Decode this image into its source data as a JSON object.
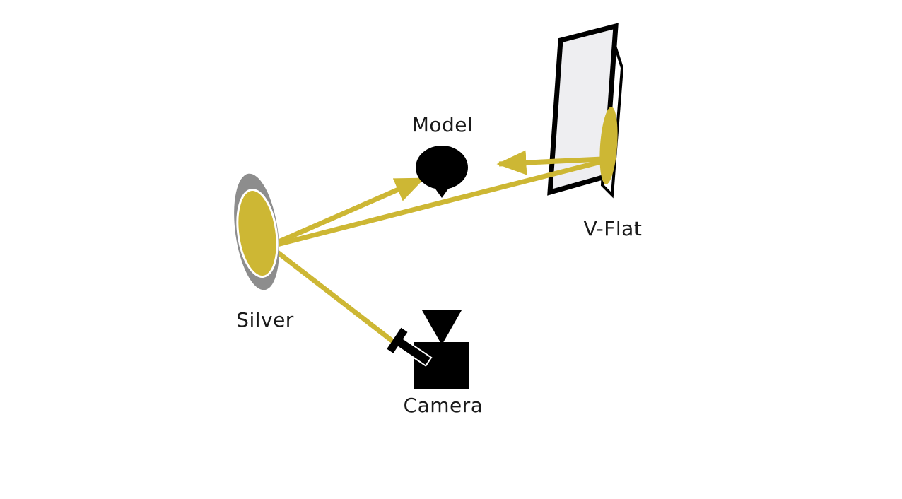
{
  "diagram": {
    "labels": {
      "model": "Model",
      "vflat": "V-Flat",
      "silver": "Silver",
      "camera": "Camera"
    },
    "colors": {
      "light": "#cdb734",
      "light_dark": "#c7b12d",
      "subject": "#000000",
      "reflector_rim": "#8d8d8d",
      "panel_fill": "#eeeef1",
      "background": "#ffffff"
    },
    "icons": {
      "model": "head-top-view-icon",
      "camera": "camera-top-view-icon",
      "silver": "reflector-disc-icon",
      "vflat": "v-flat-panel-icon",
      "light": "light-source-icon"
    }
  }
}
